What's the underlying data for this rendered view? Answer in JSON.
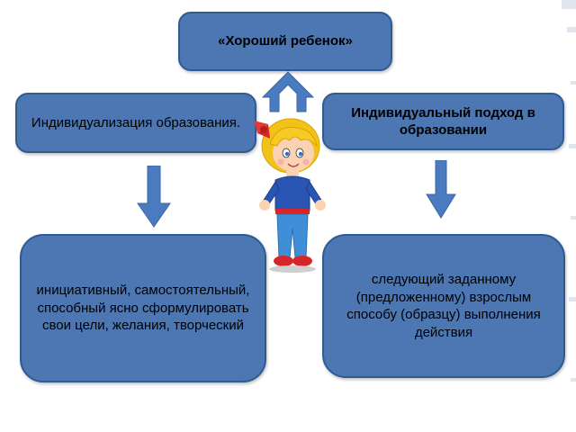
{
  "diagram": {
    "top_box": "«Хороший ребенок»",
    "left_box": "Индивидуализация образования.",
    "right_box": "Индивидуальный подход в образовании",
    "bottom_left_box": "инициативный, самостоятельный, способный ясно сформулировать свои цели, желания, творческий",
    "bottom_right_box": "следующий заданному (предложенному) взрослым способу (образцу) выполнения действия"
  },
  "colors": {
    "box_fill": "#4c77b3",
    "box_border": "#2f5b93",
    "arrow_fill": "#4a7abf"
  },
  "icons": {
    "child_figure": "cartoon-child-illustration",
    "double_arrow": "double-headed-curved-arrow-icon",
    "down_arrows": "down-arrow-icon"
  }
}
